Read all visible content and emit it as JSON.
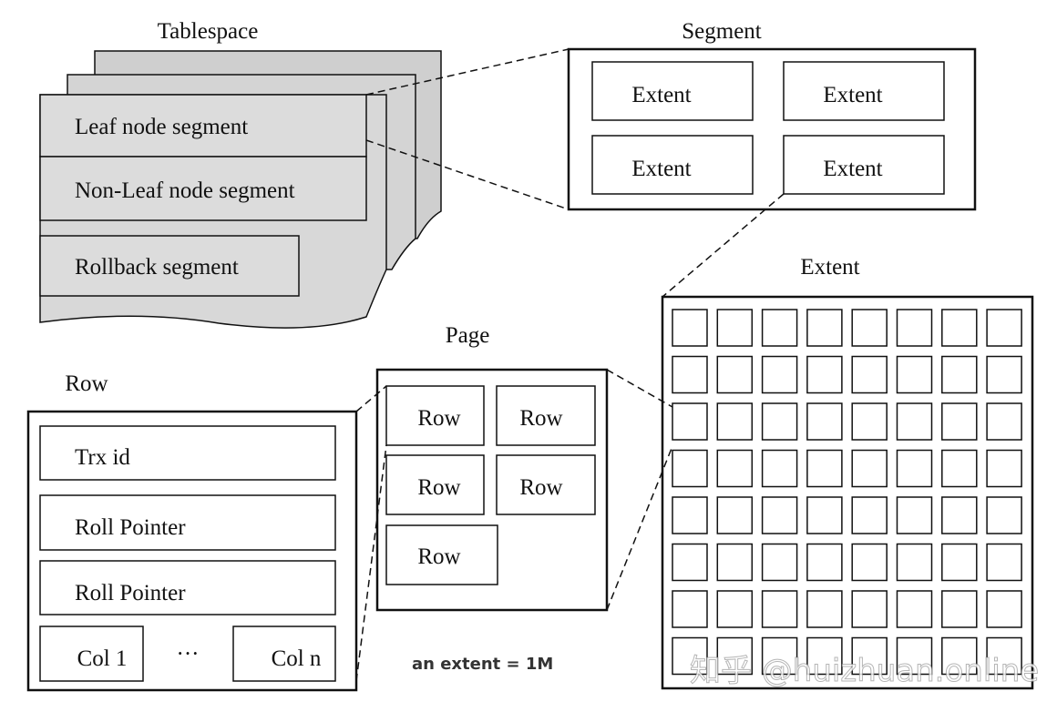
{
  "tablespace": {
    "title": "Tablespace",
    "segments": [
      "Leaf node segment",
      "Non-Leaf node segment",
      "Rollback segment"
    ]
  },
  "segment": {
    "title": "Segment",
    "extents": [
      "Extent",
      "Extent",
      "Extent",
      "Extent"
    ]
  },
  "extent": {
    "title": "Extent",
    "grid_rows": 8,
    "grid_cols": 8
  },
  "page": {
    "title": "Page",
    "rows": [
      "Row",
      "Row",
      "Row",
      "Row",
      "Row"
    ]
  },
  "row": {
    "title": "Row",
    "fields": [
      "Trx id",
      "Roll Pointer",
      "Roll Pointer"
    ],
    "col_first": "Col 1",
    "ellipsis": "···",
    "col_last": "Col n"
  },
  "caption": "an extent = 1M",
  "watermark": "知乎 @huizhuan.online",
  "colors": {
    "line": "#111111",
    "panel_fill": "#dcdcdc",
    "background_sheet": "#cfcfcf",
    "caption": "#333333"
  }
}
